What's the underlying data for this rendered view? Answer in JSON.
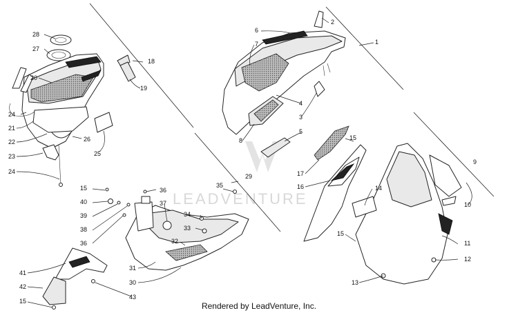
{
  "watermark": "LEADVENTURE",
  "footer": "Rendered by LeadVenture, Inc.",
  "callouts": [
    "1",
    "2",
    "3",
    "4",
    "5",
    "6",
    "7",
    "8",
    "9",
    "10",
    "11",
    "12",
    "13",
    "14",
    "15",
    "15",
    "15",
    "15",
    "16",
    "17",
    "18",
    "19",
    "20",
    "21",
    "22",
    "23",
    "24",
    "24",
    "25",
    "26",
    "27",
    "28",
    "29",
    "30",
    "31",
    "32",
    "33",
    "34",
    "35",
    "36",
    "36",
    "37",
    "38",
    "39",
    "40",
    "41",
    "42",
    "43"
  ]
}
